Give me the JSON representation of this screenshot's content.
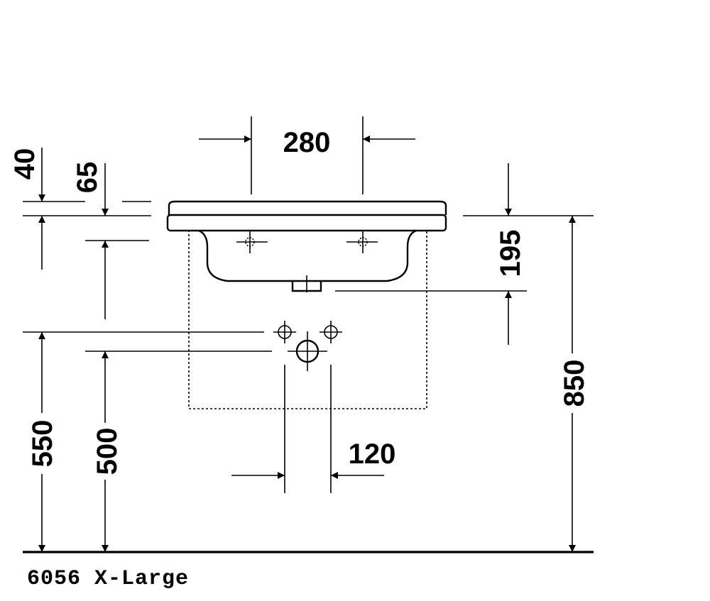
{
  "dimensions": {
    "top_width": "280",
    "rim_offset": "40",
    "rim_depth": "65",
    "basin_depth": "195",
    "total_height": "850",
    "supply_height": "550",
    "drain_height": "500",
    "supply_spacing": "120"
  },
  "caption": "6056 X-Large"
}
